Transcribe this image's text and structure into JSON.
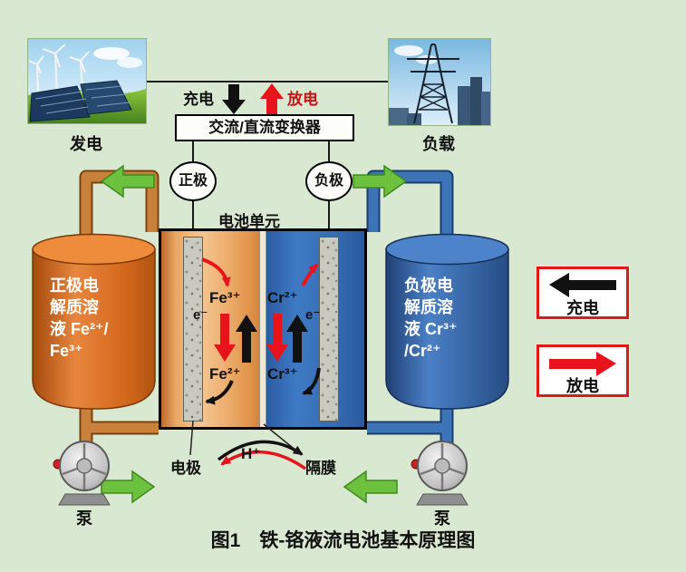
{
  "colors": {
    "background": "#d9e8d0",
    "charge_black": "#111111",
    "discharge_red": "#e8131b",
    "flow_green": "#6cc23e",
    "positive_orange": "#d96a1e",
    "negative_blue": "#3268b0",
    "legend_border": "#e01818"
  },
  "header": {
    "generation_label": "发电",
    "load_label": "负载",
    "charge_label": "充电",
    "discharge_label": "放电",
    "converter_label": "交流/直流变换器",
    "positive_terminal": "正极",
    "negative_terminal": "负极"
  },
  "cell": {
    "title": "电池单元",
    "fe3": "Fe³⁺",
    "fe2": "Fe²⁺",
    "cr2": "Cr²⁺",
    "cr3": "Cr³⁺",
    "electron_left": "e⁻",
    "electron_right": "e⁻",
    "proton": "H⁺",
    "electrode_label": "电极",
    "membrane_label": "隔膜"
  },
  "tanks": {
    "left": {
      "line1": "正极电",
      "line2": "解质溶",
      "line3": "液 Fe²⁺/",
      "line4": "Fe³⁺"
    },
    "right": {
      "line1": "负极电",
      "line2": "解质溶",
      "line3": "液 Cr³⁺",
      "line4": "/Cr²⁺"
    }
  },
  "pumps": {
    "left_label": "泵",
    "right_label": "泵"
  },
  "legend": {
    "charge_label": "充电",
    "discharge_label": "放电"
  },
  "caption": "图1　铁-铬液流电池基本原理图"
}
